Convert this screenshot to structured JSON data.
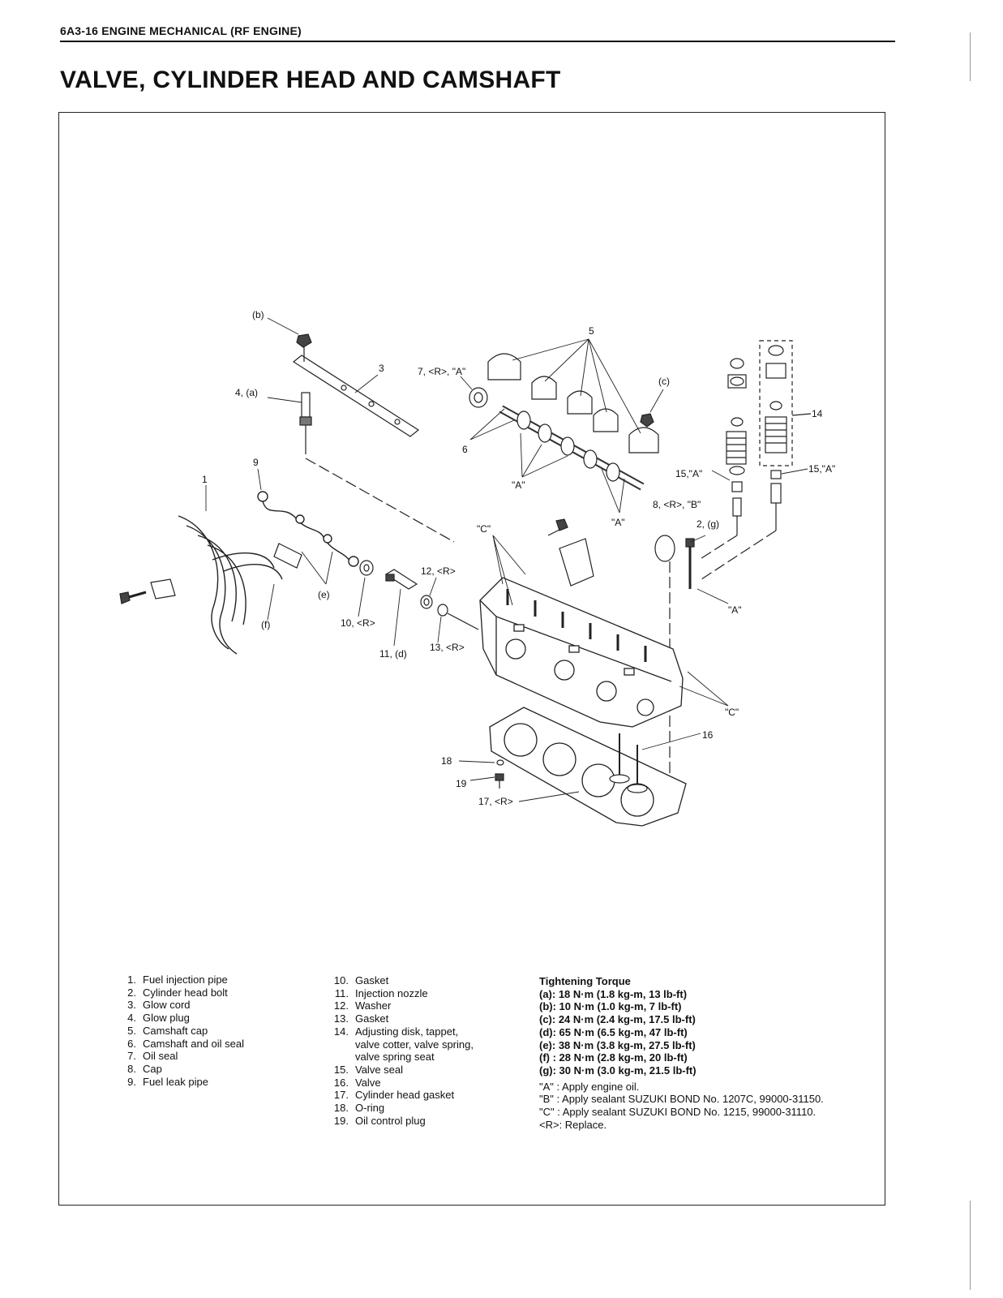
{
  "header": {
    "text": "6A3-16   ENGINE MECHANICAL (RF ENGINE)"
  },
  "title": "VALVE, CYLINDER HEAD AND CAMSHAFT",
  "callouts": {
    "c5": "5",
    "b": "(b)",
    "c3": "3",
    "c7": "7, <R>, \"A\"",
    "c": "(c)",
    "c14": "14",
    "c4a": "4, (a)",
    "c6": "6",
    "c9": "9",
    "c15a": "15,\"A\"",
    "c15b": "15,\"A\"",
    "c1": "1",
    "cA1": "\"A\"",
    "cA2": "\"A\"",
    "c8": "8, <R>, \"B\"",
    "cC1": "\"C\"",
    "c2g": "2, (g)",
    "c12": "12, <R>",
    "e": "(e)",
    "cA3": "\"A\"",
    "f": "(f)",
    "c10": "10, <R>",
    "c11": "11, (d)",
    "c13": "13, <R>",
    "cC2": "\"C\"",
    "c16": "16",
    "c18": "18",
    "c19": "19",
    "c17": "17, <R>"
  },
  "parts_left": [
    {
      "num": "1.",
      "name": "Fuel injection pipe"
    },
    {
      "num": "2.",
      "name": "Cylinder head bolt"
    },
    {
      "num": "3.",
      "name": "Glow cord"
    },
    {
      "num": "4.",
      "name": "Glow plug"
    },
    {
      "num": "5.",
      "name": "Camshaft cap"
    },
    {
      "num": "6.",
      "name": "Camshaft and oil seal"
    },
    {
      "num": "7.",
      "name": "Oil seal"
    },
    {
      "num": "8.",
      "name": "Cap"
    },
    {
      "num": "9.",
      "name": "Fuel leak pipe"
    }
  ],
  "parts_mid": [
    {
      "num": "10.",
      "name": "Gasket"
    },
    {
      "num": "11.",
      "name": "Injection nozzle"
    },
    {
      "num": "12.",
      "name": "Washer"
    },
    {
      "num": "13.",
      "name": "Gasket"
    },
    {
      "num": "14.",
      "name": "Adjusting disk, tappet,\nvalve cotter, valve spring,\nvalve spring seat"
    },
    {
      "num": "15.",
      "name": "Valve seal"
    },
    {
      "num": "16.",
      "name": "Valve"
    },
    {
      "num": "17.",
      "name": "Cylinder head gasket"
    },
    {
      "num": "18.",
      "name": "O-ring"
    },
    {
      "num": "19.",
      "name": "Oil control plug"
    }
  ],
  "torque": {
    "title": "Tightening Torque",
    "lines": [
      "(a): 18 N·m (1.8 kg-m, 13 lb-ft)",
      "(b): 10 N·m (1.0 kg-m, 7 lb-ft)",
      "(c): 24 N·m (2.4 kg-m, 17.5 lb-ft)",
      "(d): 65 N·m (6.5 kg-m, 47 lb-ft)",
      "(e): 38 N·m (3.8 kg-m, 27.5 lb-ft)",
      "(f) : 28 N·m (2.8 kg-m, 20 lb-ft)",
      "(g): 30 N·m (3.0 kg-m, 21.5 lb-ft)"
    ]
  },
  "notes": [
    "\"A\"  : Apply engine oil.",
    "\"B\"  : Apply sealant SUZUKI BOND No. 1207C, 99000-31150.",
    "\"C\"  : Apply sealant SUZUKI BOND No. 1215, 99000-31110.",
    "<R>: Replace."
  ]
}
